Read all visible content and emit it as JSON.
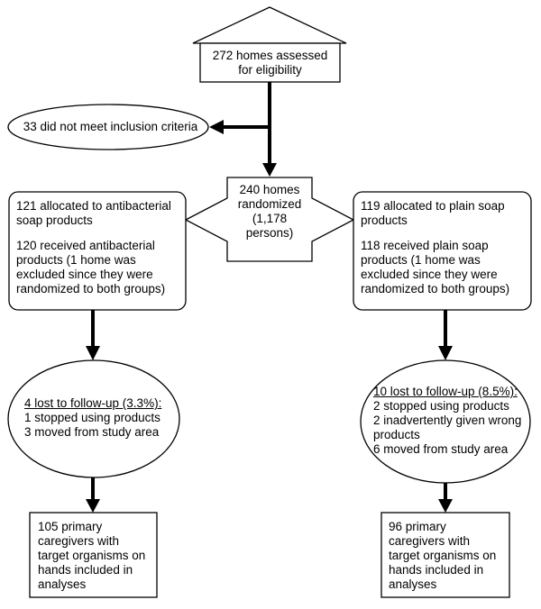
{
  "assessed": {
    "lines": [
      "272 homes assessed",
      "for eligibility"
    ]
  },
  "excluded": {
    "text": "33 did not meet inclusion criteria"
  },
  "randomized": {
    "lines": [
      "240 homes",
      "randomized",
      "(1,178 persons)"
    ]
  },
  "left_arm": {
    "allocated": [
      "121 allocated to antibacterial",
      "soap products"
    ],
    "received": [
      "120 received antibacterial",
      "products (1 home was",
      "excluded since they were",
      "randomized to both groups)"
    ],
    "lost_title": "4 lost to follow-up (3.3%):",
    "lost_reasons": [
      "1 stopped using products",
      "3 moved from study area"
    ],
    "analyzed": [
      "105 primary",
      "caregivers with",
      "target organisms on",
      "hands included in",
      "analyses"
    ]
  },
  "right_arm": {
    "allocated": [
      "119 allocated to plain soap",
      "products"
    ],
    "received": [
      "118 received plain soap",
      "products (1 home was",
      "excluded since they were",
      "randomized to both groups)"
    ],
    "lost_title": "10 lost to follow-up (8.5%):",
    "lost_reasons": [
      "2 stopped using products",
      "2 inadvertently given wrong",
      "products",
      "6 moved from study area"
    ],
    "analyzed": [
      "96 primary",
      "caregivers with",
      "target organisms on",
      "hands included in",
      "analyses"
    ]
  },
  "colors": {
    "line": "#000000",
    "fill": "#ffffff"
  }
}
